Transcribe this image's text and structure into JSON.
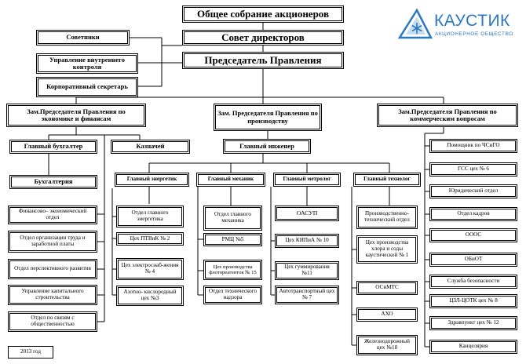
{
  "top": {
    "shareholders": "Общее собрание акционеров",
    "board": "Совет директоров",
    "chairman": "Председатель Правления"
  },
  "left_staff": {
    "advisors": "Советники",
    "internal_control": "Управление внутреннего контроля",
    "corp_secretary": "Корпоративный секретарь"
  },
  "logo": {
    "title": "КАУСТИК",
    "subtitle": "АКЦИОНЕРНОЕ ОБЩЕСТВО",
    "color": "#2a77c4"
  },
  "deputies": {
    "economics": "Зам.Председателя Правления по экономике и финансам",
    "production": "Зам. Председателя Правления по производству",
    "commercial": "Зам.Председателя Правления по коммерческим вопросам"
  },
  "economics": {
    "chief_accountant": "Главный бухгалтер",
    "treasurer": "Казначей",
    "accounting": "Бухгалтерия",
    "units": [
      "Финансово– экономический отдел",
      "Отдел организации труда и заработной платы",
      "Отдел перспективного развития",
      "Управление капитального строительства",
      "Отдел по связям с общественностью"
    ]
  },
  "production": {
    "chief_engineer": "Главный инженер",
    "power": {
      "head": "Главный энергетик",
      "units": [
        "Отдел главного энергетика",
        "Цех ПТВиК № 2",
        "Цех электроснаб-жения № 4",
        "Азотно- кислородный цех №3"
      ]
    },
    "mechanic": {
      "head": "Главный механик",
      "units": [
        "Отдел главного механика",
        "РМЦ №5",
        "Цех производства флотореагентов № 15",
        "Отдел технического надзора"
      ]
    },
    "metrologist": {
      "head": "Главный метролог",
      "units": [
        "ОАСУП",
        "Цех КИПиА № 10",
        "Цех гуммирования №11",
        "Автотранспортный цех № 7"
      ]
    },
    "technologist": {
      "head": "Главный технолог",
      "units": [
        "Производственно-технический отдел",
        "Цех производства хлора и соды каустической № 1",
        "ОСиМТС",
        "АХО",
        "Железнодорожный цех №18"
      ]
    }
  },
  "commercial": {
    "units": [
      "Помощник по ЧСиГО",
      "ГСС цех № 6",
      "Юридический отдел",
      "Отдел кадров",
      "ОООС",
      "ОБиОТ",
      "Служба безопасности",
      "ЦЗЛ-ЦОТК цех № 8",
      "Здравпункт цех № 12",
      "Канцелярия"
    ]
  },
  "year_note": "2013 год"
}
